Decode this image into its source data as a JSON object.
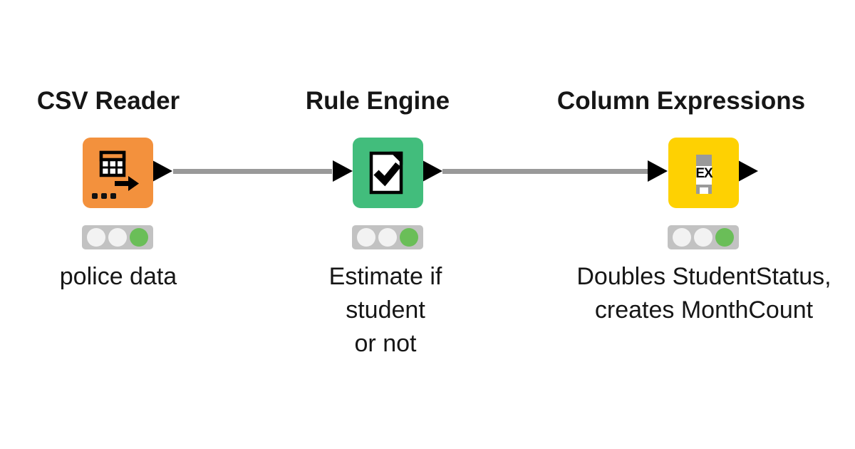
{
  "canvas": {
    "background": "#ffffff"
  },
  "colors": {
    "node_orange": "#f3913d",
    "node_green": "#42bd7c",
    "node_yellow": "#fed102",
    "connection_gray": "#999999",
    "port_black": "#000000",
    "traffic_light_bg": "#c2c2c2",
    "light_off": "#f2f2f2",
    "light_green": "#6abe58",
    "icon_gray": "#9a9a9a",
    "text": "#161616"
  },
  "nodes": [
    {
      "title": "CSV Reader",
      "type": "csv-reader",
      "icon": "table-arrow-icon",
      "color": "#f3913d",
      "annotation_lines": [
        "police data"
      ],
      "status": "executed",
      "lights": [
        "off",
        "off",
        "green"
      ]
    },
    {
      "title": "Rule Engine",
      "type": "rule-engine",
      "icon": "document-check-icon",
      "color": "#42bd7c",
      "annotation_lines": [
        "Estimate if",
        "student",
        "or not"
      ],
      "status": "executed",
      "lights": [
        "off",
        "off",
        "green"
      ]
    },
    {
      "title": "Column Expressions",
      "type": "column-expressions",
      "icon": "column-ex-icon",
      "icon_label": "EX",
      "color": "#fed102",
      "annotation_lines": [
        "Doubles StudentStatus,",
        "creates MonthCount"
      ],
      "status": "executed",
      "lights": [
        "off",
        "off",
        "green"
      ]
    }
  ],
  "connections": [
    {
      "from": "CSV Reader",
      "to": "Rule Engine"
    },
    {
      "from": "Rule Engine",
      "to": "Column Expressions"
    }
  ]
}
